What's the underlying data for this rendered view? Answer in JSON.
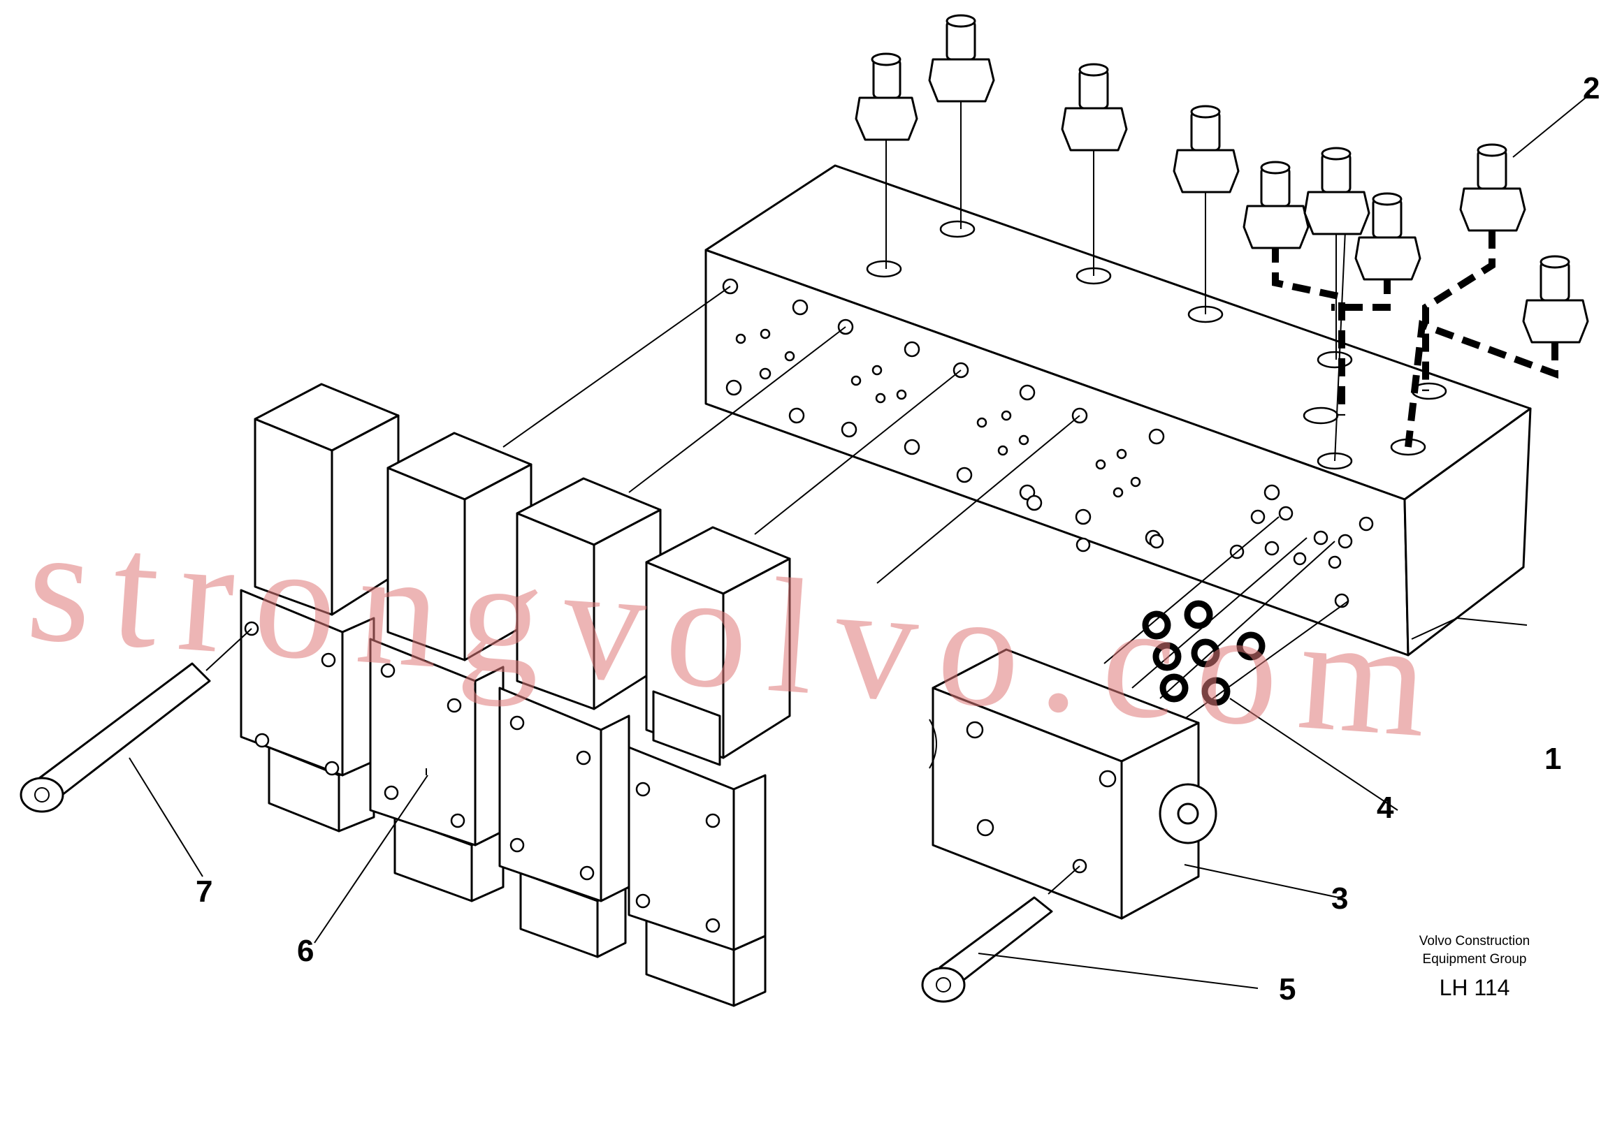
{
  "callouts": {
    "c1": "1",
    "c2": "2",
    "c3": "3",
    "c4": "4",
    "c5": "5",
    "c6": "6",
    "c7": "7"
  },
  "footer": {
    "org_line1": "Volvo Construction",
    "org_line2": "Equipment Group",
    "code": "LH 114"
  },
  "watermark": "strongvolvo.com",
  "colors": {
    "ink": "#000000",
    "watermark": "#de7878",
    "paper": "#ffffff"
  }
}
